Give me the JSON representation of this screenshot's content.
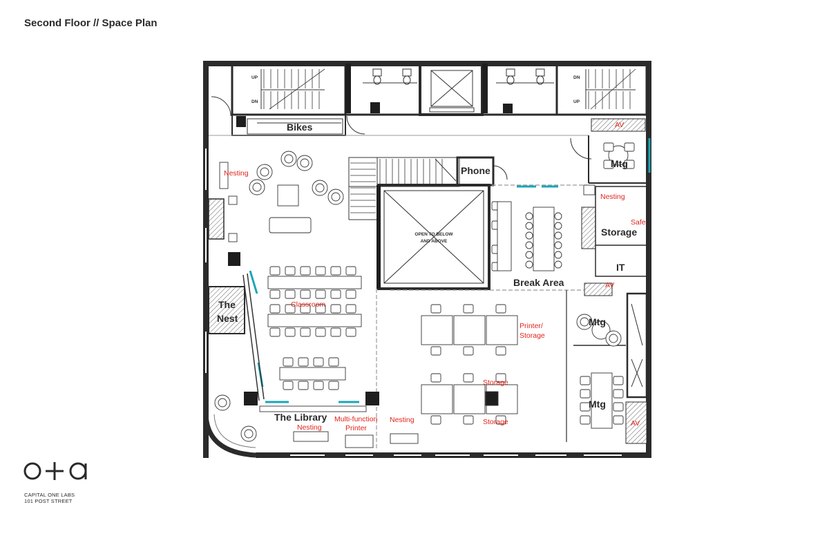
{
  "header": {
    "title": "Second Floor // Space Plan"
  },
  "rooms": {
    "bikes": "Bikes",
    "phone": "Phone",
    "mtg_top": "Mtg",
    "storage": "Storage",
    "it": "IT",
    "break_area": "Break Area",
    "the_nest_line1": "The",
    "the_nest_line2": "Nest",
    "mtg_mid": "Mtg",
    "mtg_bottom": "Mtg",
    "the_library": "The Library",
    "open_line1": "OPEN TO BELOW",
    "open_line2": "AND ABOVE"
  },
  "stairs": {
    "up": "UP",
    "dn": "DN"
  },
  "annotations": {
    "nesting_left": "Nesting",
    "nesting_right": "Nesting",
    "safe": "Safe",
    "classroom": "Classroom",
    "printer_storage_line1": "Printer/",
    "printer_storage_line2": "Storage",
    "storage_upper": "Storage",
    "storage_lower": "Storage",
    "nesting_library": "Nesting",
    "multifunction_line1": "Multi-function",
    "multifunction_line2": "Printer",
    "nesting_bottom": "Nesting",
    "av": "AV"
  },
  "footer": {
    "logo": "o+a",
    "client_line1": "CAPITAL ONE LABS",
    "client_line2": "101 POST STREET"
  },
  "colors": {
    "wall": "#2b2b2b",
    "annotation": "#e0241b",
    "glass": "#1aa6b7"
  }
}
